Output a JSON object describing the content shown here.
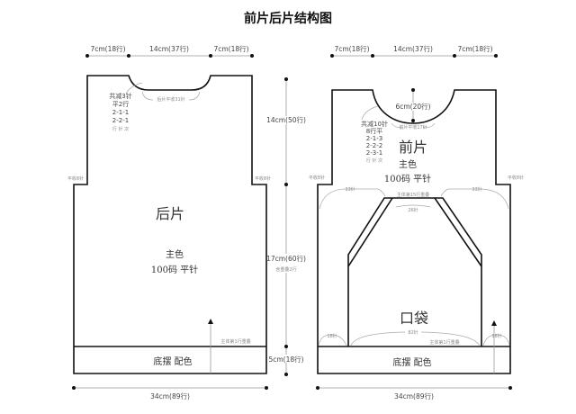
{
  "title": "前片后片结构图",
  "back": {
    "top_dims": [
      "7cm(18行)",
      "14cm(37行)",
      "7cm(18行)"
    ],
    "neck_label": "后片平收31针",
    "neck_notes": [
      "共减3针",
      "平2行",
      "2-1-1",
      "2-2-1",
      "行 针 次"
    ],
    "side_left": "平收8针",
    "side_right": "平收8针",
    "name": "后片",
    "color": "主色",
    "yarn": "100码 平针",
    "hem": "底摆 配色",
    "overlap": "主体第1行重叠",
    "height_upper": "14cm(50行)",
    "height_middle": "17cm(60行)",
    "height_middle_note": "含重叠2行",
    "height_hem": "5cm(18行)",
    "width": "34cm(89行)"
  },
  "front": {
    "top_dims": [
      "7cm(18行)",
      "14cm(37行)",
      "7cm(18行)"
    ],
    "neck_depth": "6cm(20行)",
    "neck_label": "前片平收17针",
    "neck_notes": [
      "共减10针",
      "8行平",
      "2-1-3",
      "2-2-2",
      "2-3-1",
      "行 针 次"
    ],
    "side_left": "平收8针",
    "side_right": "平收8针",
    "name": "前片",
    "color": "主色",
    "yarn": "100码 平针",
    "pocket_side_left": "33针",
    "pocket_side_right": "33针",
    "pocket_overlap": "主体第15行重叠",
    "pocket_top": "26针",
    "pocket": "口袋",
    "pocket_bottom": "82针",
    "hem_side_left": "18针",
    "hem_side_right": "18针",
    "overlap": "主体第1行重叠",
    "hem": "底摆 配色",
    "width": "34cm(89行)"
  }
}
